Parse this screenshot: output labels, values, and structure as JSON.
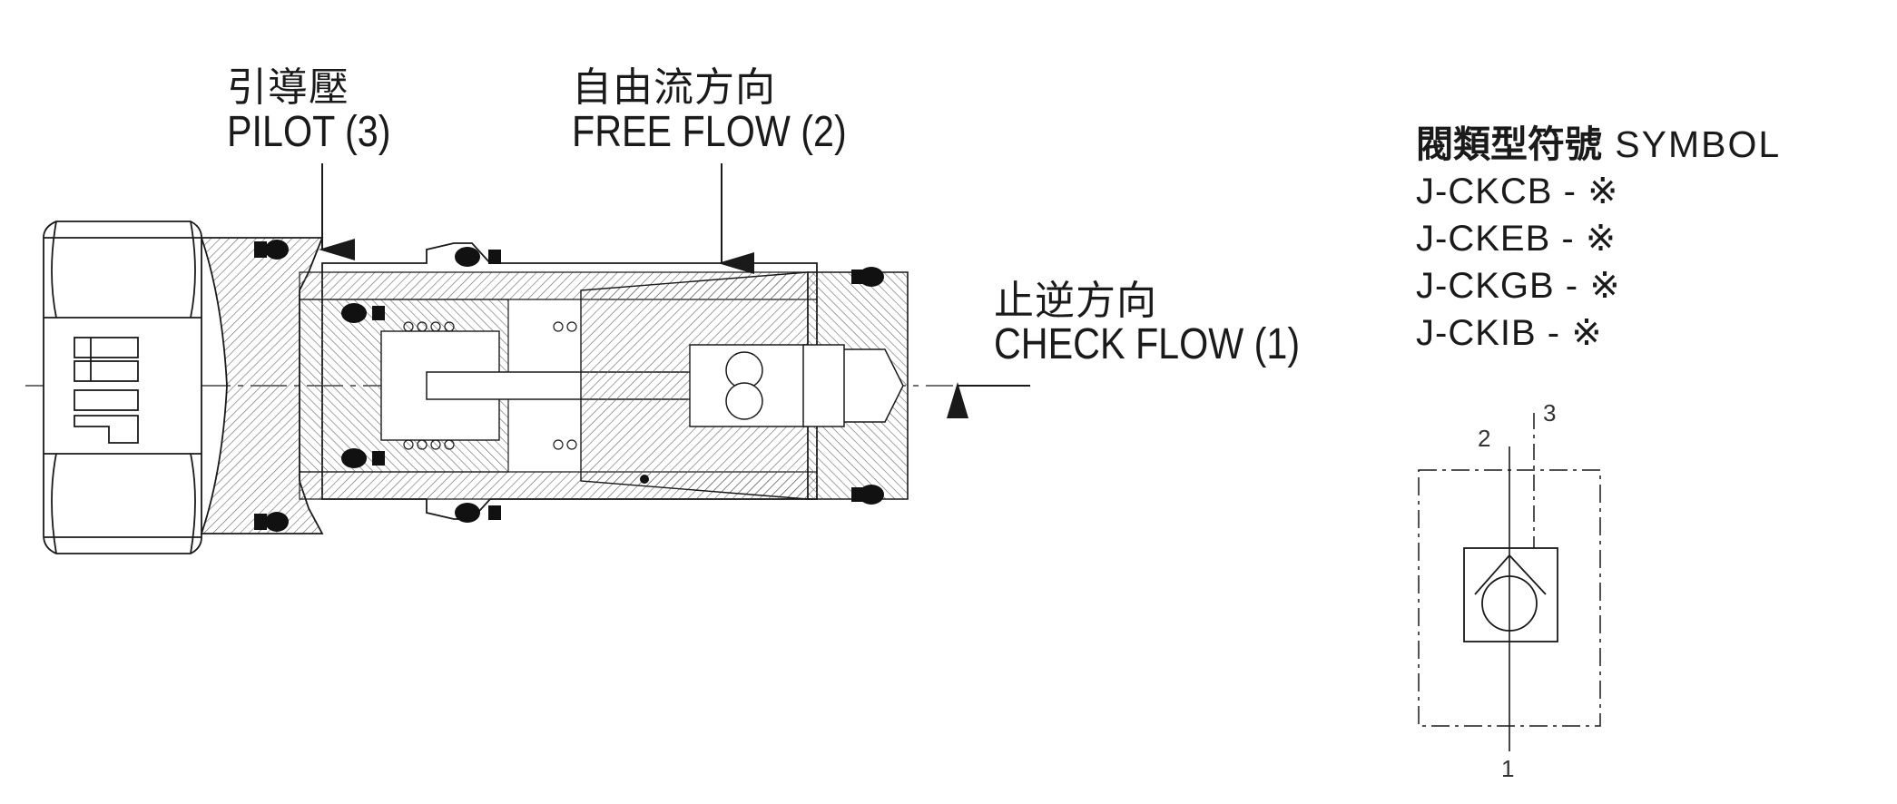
{
  "labels": {
    "pilot_cn": "引導壓",
    "pilot_en": "PILOT (3)",
    "free_flow_cn": "自由流方向",
    "free_flow_en": "FREE FLOW (2)",
    "check_flow_cn": "止逆方向",
    "check_flow_en": "CHECK FLOW (1)"
  },
  "symbol": {
    "title_cn": "閥類型符號",
    "title_en": "SYMBOL",
    "models": [
      "J-CKCB - ※",
      "J-CKEB - ※",
      "J-CKGB - ※",
      "J-CKIB - ※"
    ],
    "ports": {
      "p1": "1",
      "p2": "2",
      "p3": "3"
    }
  },
  "colors": {
    "line": "#1a1a1a",
    "hatch": "#555555"
  }
}
